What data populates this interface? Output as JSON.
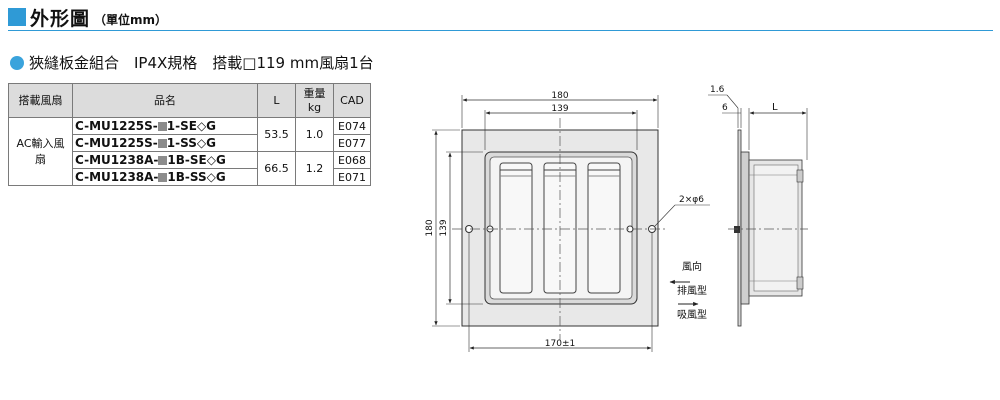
{
  "header": {
    "title": "外形圖",
    "unit_note": "（單位mm）"
  },
  "subtitle": "狹縫板金組合　IP4X規格　搭載□119 mm風扇1台",
  "table": {
    "headers": {
      "fan": "搭載風扇",
      "part": "品名",
      "l": "L",
      "weight": "重量",
      "weight_unit": "kg",
      "cad": "CAD"
    },
    "group_label": "AC輸入風扇",
    "rows": [
      {
        "pre": "C-MU1225S-",
        "post": "1-SE◇G",
        "cad": "E074"
      },
      {
        "pre": "C-MU1225S-",
        "post": "1-SS◇G",
        "cad": "E077"
      },
      {
        "pre": "C-MU1238A-",
        "post": "1B-SE◇G",
        "cad": "E068"
      },
      {
        "pre": "C-MU1238A-",
        "post": "1B-SS◇G",
        "cad": "E071"
      }
    ],
    "groups": [
      {
        "l": "53.5",
        "weight": "1.0"
      },
      {
        "l": "66.5",
        "weight": "1.2"
      }
    ]
  },
  "drawing": {
    "dim_180_w": "180",
    "dim_139_w": "139",
    "dim_180_h": "180",
    "dim_139_h": "139",
    "dim_170": "170±1",
    "hole_note": "2×φ6",
    "dim_16": "1.6",
    "dim_6": "6",
    "dim_L": "L",
    "airflow_label": "風向",
    "exhaust_label": "排風型",
    "intake_label": "吸風型"
  }
}
